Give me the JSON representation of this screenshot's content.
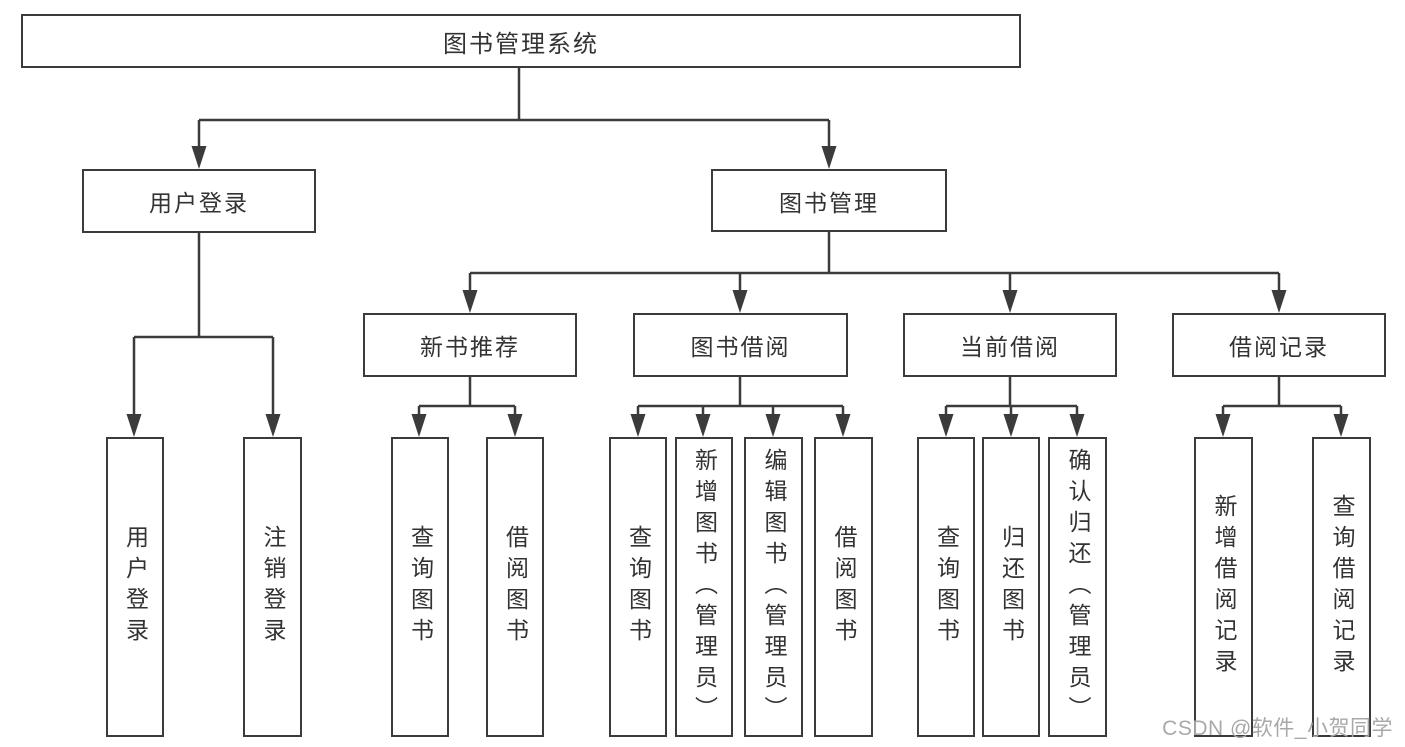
{
  "diagram": {
    "type": "hierarchy-tree",
    "title": "图书管理系统",
    "watermark": "CSDN @软件_小贺同学",
    "colors": {
      "line": "#3b3b3b",
      "text": "#333333",
      "background": "#ffffff",
      "watermark": "#a8a8a8"
    },
    "root": {
      "id": "library-management-system",
      "label": "图书管理系统"
    },
    "level2": [
      {
        "id": "user-login",
        "label": "用户登录",
        "parent": "library-management-system"
      },
      {
        "id": "book-management",
        "label": "图书管理",
        "parent": "library-management-system"
      }
    ],
    "level3": [
      {
        "id": "new-book-recommend",
        "label": "新书推荐",
        "parent": "book-management"
      },
      {
        "id": "book-borrow",
        "label": "图书借阅",
        "parent": "book-management"
      },
      {
        "id": "current-borrow",
        "label": "当前借阅",
        "parent": "book-management"
      },
      {
        "id": "borrow-records",
        "label": "借阅记录",
        "parent": "book-management"
      }
    ],
    "leaves": [
      {
        "label": "用户登录",
        "parent": "user-login"
      },
      {
        "label": "注销登录",
        "parent": "user-login"
      },
      {
        "label": "查询图书",
        "parent": "new-book-recommend"
      },
      {
        "label": "借阅图书",
        "parent": "new-book-recommend"
      },
      {
        "label": "查询图书",
        "parent": "book-borrow"
      },
      {
        "label": "新增图书（管理员）",
        "parent": "book-borrow"
      },
      {
        "label": "编辑图书（管理员）",
        "parent": "book-borrow"
      },
      {
        "label": "借阅图书",
        "parent": "book-borrow"
      },
      {
        "label": "查询图书",
        "parent": "current-borrow"
      },
      {
        "label": "归还图书",
        "parent": "current-borrow"
      },
      {
        "label": "确认归还（管理员）",
        "parent": "current-borrow"
      },
      {
        "label": "新增借阅记录",
        "parent": "borrow-records"
      },
      {
        "label": "查询借阅记录",
        "parent": "borrow-records"
      }
    ]
  }
}
